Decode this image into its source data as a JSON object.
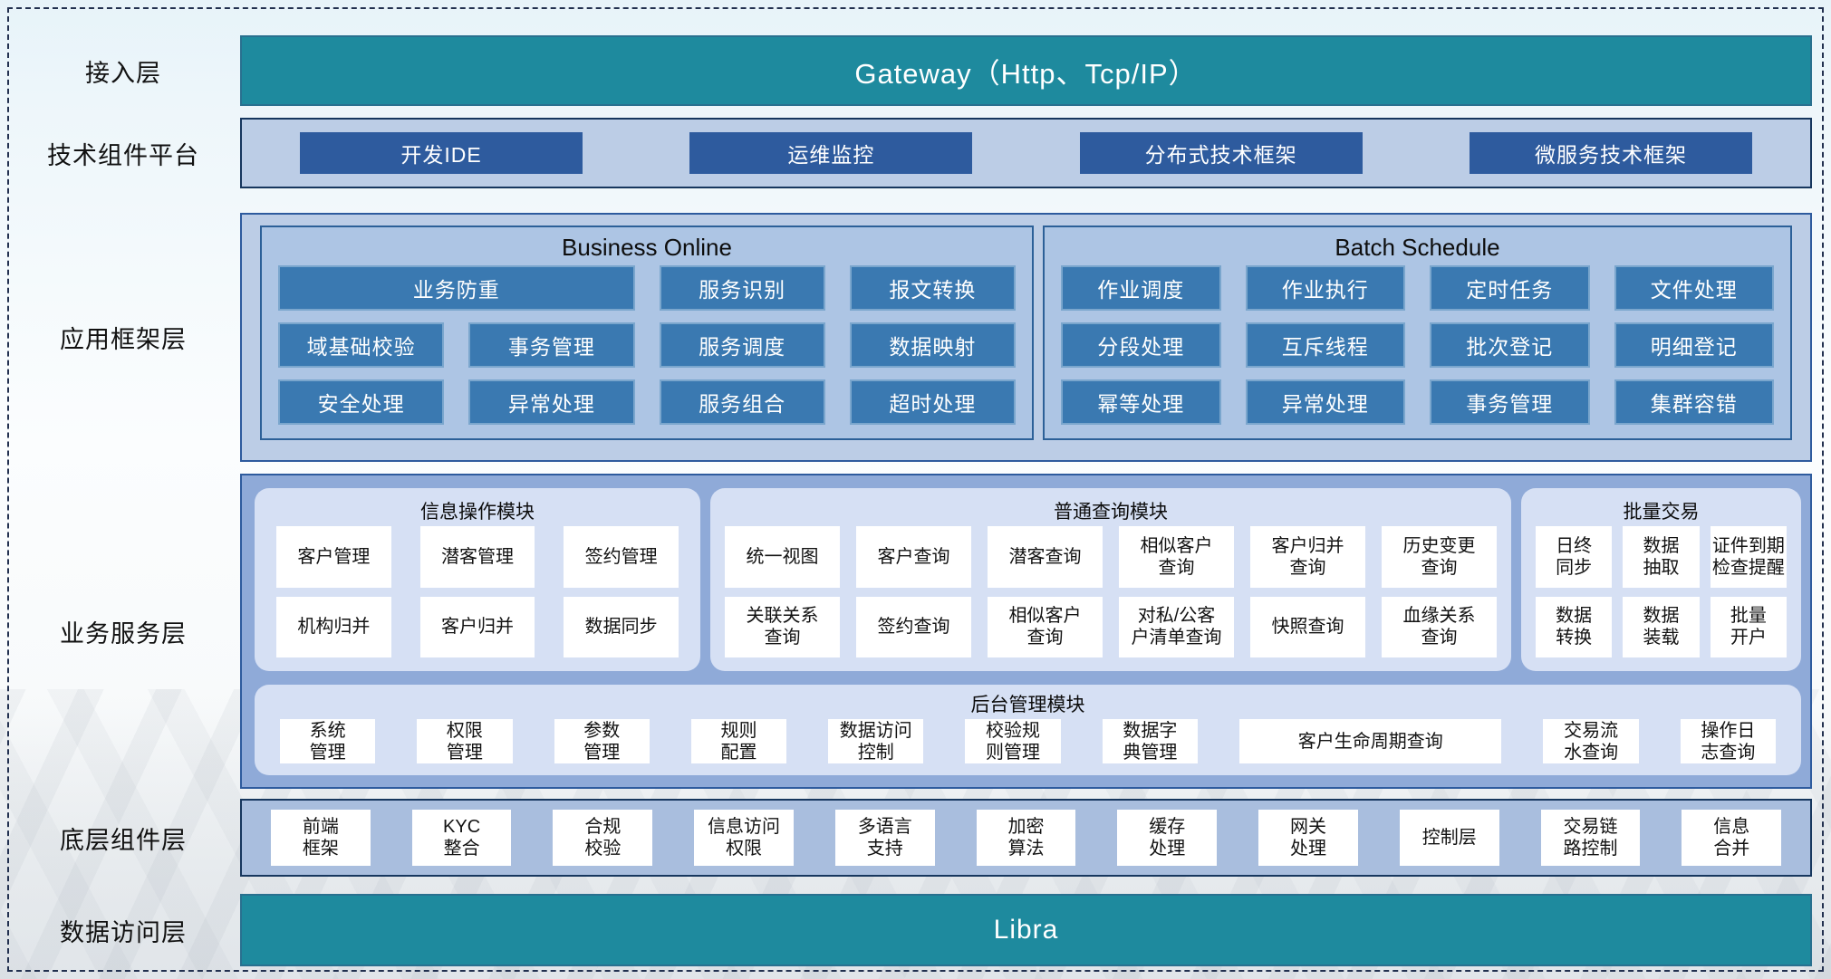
{
  "layers": {
    "access": {
      "label": "接入层",
      "bar": "Gateway（Http、Tcp/IP）"
    },
    "tech": {
      "label": "技术组件平台",
      "buttons": [
        "开发IDE",
        "运维监控",
        "分布式技术框架",
        "微服务技术框架"
      ]
    },
    "app": {
      "label": "应用框架层",
      "business_online": {
        "title": "Business Online",
        "buttons": [
          "业务防重",
          "服务识别",
          "报文转换",
          "域基础校验",
          "事务管理",
          "服务调度",
          "数据映射",
          "安全处理",
          "异常处理",
          "服务组合",
          "超时处理"
        ]
      },
      "batch_schedule": {
        "title": "Batch Schedule",
        "buttons": [
          "作业调度",
          "作业执行",
          "定时任务",
          "文件处理",
          "分段处理",
          "互斥线程",
          "批次登记",
          "明细登记",
          "幂等处理",
          "异常处理",
          "事务管理",
          "集群容错"
        ]
      }
    },
    "biz": {
      "label": "业务服务层",
      "info_module": {
        "title": "信息操作模块",
        "buttons": [
          "客户管理",
          "潜客管理",
          "签约管理",
          "机构归并",
          "客户归并",
          "数据同步"
        ]
      },
      "query_module": {
        "title": "普通查询模块",
        "buttons": [
          "统一视图",
          "客户查询",
          "潜客查询",
          "相似客户\n查询",
          "客户归并\n查询",
          "历史变更\n查询",
          "关联关系\n查询",
          "签约查询",
          "相似客户\n查询",
          "对私/公客\n户清单查询",
          "快照查询",
          "血缘关系\n查询"
        ]
      },
      "batch_module": {
        "title": "批量交易",
        "buttons": [
          "日终\n同步",
          "数据\n抽取",
          "证件到期\n检查提醒",
          "数据\n转换",
          "数据\n装载",
          "批量\n开户"
        ]
      },
      "admin_module": {
        "title": "后台管理模块",
        "buttons": [
          "系统\n管理",
          "权限\n管理",
          "参数\n管理",
          "规则\n配置",
          "数据访问\n控制",
          "校验规\n则管理",
          "数据字\n典管理",
          "客户生命周期查询",
          "交易流\n水查询",
          "操作日\n志查询"
        ]
      }
    },
    "comp": {
      "label": "底层组件层",
      "buttons": [
        "前端\n框架",
        "KYC\n整合",
        "合规\n校验",
        "信息访问\n权限",
        "多语言\n支持",
        "加密\n算法",
        "缓存\n处理",
        "网关\n处理",
        "控制层",
        "交易链\n路控制",
        "信息\n合并"
      ]
    },
    "data": {
      "label": "数据访问层",
      "bar": "Libra"
    }
  },
  "colors": {
    "teal_bar": "#1e8a9e",
    "navy_border": "#17375e",
    "band_light_blue": "#bccde6",
    "inner_box_blue": "#adc5e4",
    "dark_button_blue": "#2e5b9e",
    "steel_button_blue": "#3a79b1",
    "biz_band_blue": "#8faad8",
    "module_box_blue": "#d6e0f4",
    "comp_band_blue": "#a9bede",
    "white_button": "#ffffff",
    "dashed_frame": "#22304f"
  }
}
